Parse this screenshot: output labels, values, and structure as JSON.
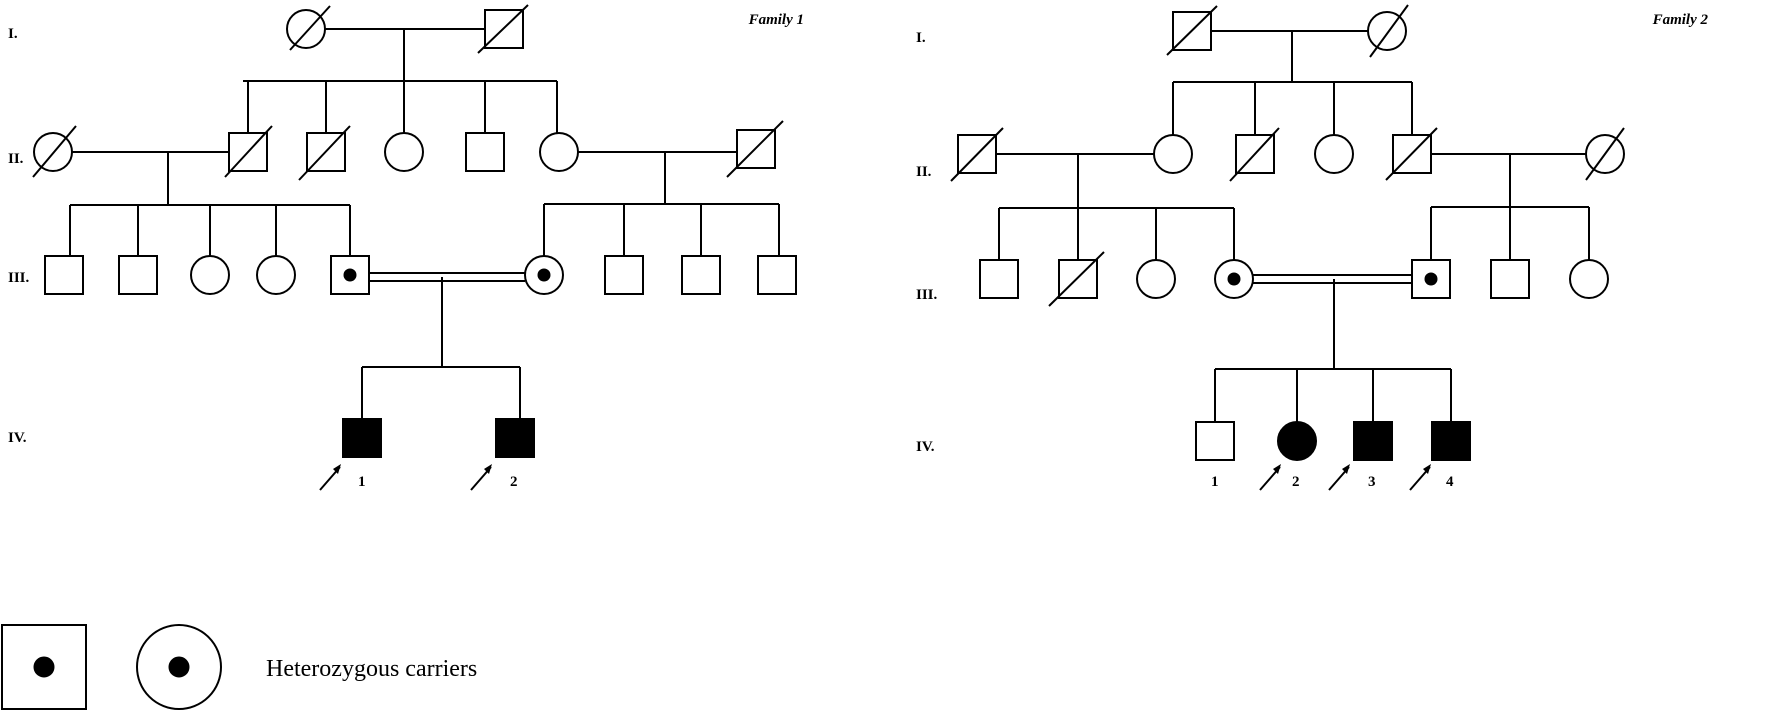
{
  "families": [
    {
      "title": "Family 1",
      "generations": [
        "I.",
        "II.",
        "III.",
        "IV."
      ],
      "proband_numbers": [
        "1",
        "2"
      ]
    },
    {
      "title": "Family 2",
      "generations": [
        "I.",
        "II.",
        "III.",
        "IV."
      ],
      "child_numbers": [
        "1",
        "2",
        "3",
        "4"
      ]
    }
  ],
  "legend": {
    "label": "Heterozygous carriers"
  }
}
